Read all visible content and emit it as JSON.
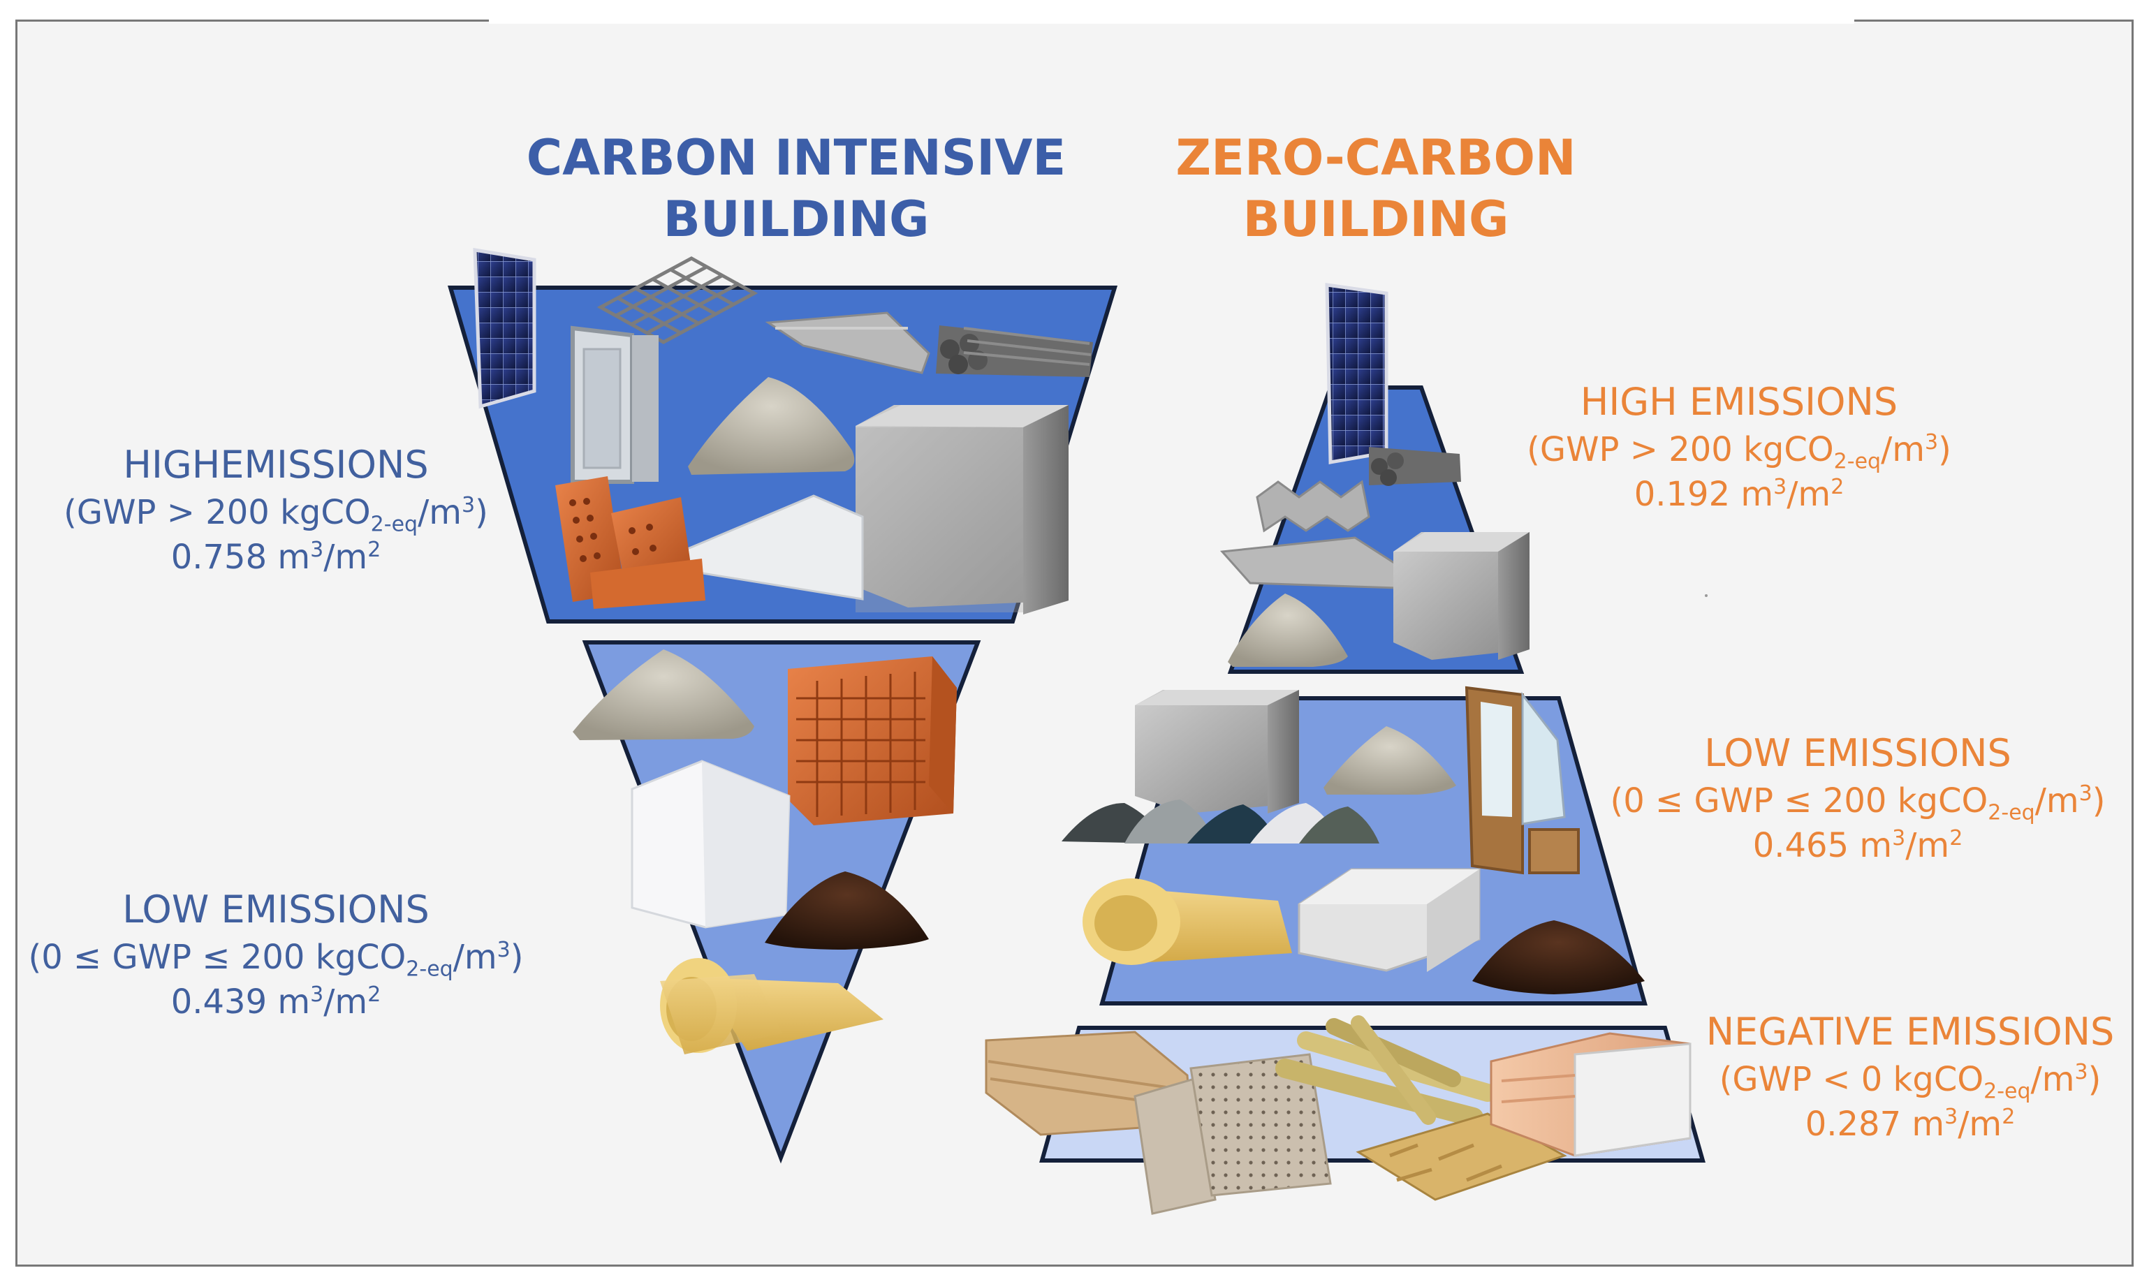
{
  "headings": {
    "carbon_intensive": [
      "CARBON INTENSIVE",
      "BUILDING"
    ],
    "zero_carbon": [
      "ZERO-CARBON",
      "BUILDING"
    ]
  },
  "left": {
    "high": {
      "title": "HIGHEMISSIONS",
      "formula": "(GWP > 200 kgCO",
      "formula_sub": "2-eq",
      "formula_unit": "/m",
      "formula_sup": "3",
      "formula_end": ")",
      "value": "0.758 m",
      "value_sup": "3",
      "value_mid": "/m",
      "value_sup2": "2"
    },
    "low": {
      "title": "LOW EMISSIONS",
      "formula": "(0 ≤ GWP ≤ 200 kgCO",
      "formula_sub": "2-eq",
      "formula_unit": "/m",
      "formula_sup": "3",
      "formula_end": ")",
      "value": "0.439 m",
      "value_sup": "3",
      "value_mid": "/m",
      "value_sup2": "2"
    }
  },
  "right": {
    "high": {
      "title": "HIGH EMISSIONS",
      "formula": "(GWP > 200 kgCO",
      "formula_sub": "2-eq",
      "formula_unit": "/m",
      "formula_sup": "3",
      "formula_end": ")",
      "value": "0.192 m",
      "value_sup": "3",
      "value_mid": "/m",
      "value_sup2": "2"
    },
    "low": {
      "title": "LOW EMISSIONS",
      "formula": "(0 ≤ GWP ≤ 200 kgCO",
      "formula_sub": "2-eq",
      "formula_unit": "/m",
      "formula_sup": "3",
      "formula_end": ")",
      "value": "0.465 m",
      "value_sup": "3",
      "value_mid": "/m",
      "value_sup2": "2"
    },
    "negative": {
      "title": "NEGATIVE EMISSIONS",
      "formula": "(GWP < 0 kgCO",
      "formula_sub": "2-eq",
      "formula_unit": "/m",
      "formula_sup": "3",
      "formula_end": ")",
      "value": "0.287 m",
      "value_sup": "3",
      "value_mid": "/m",
      "value_sup2": "2"
    }
  },
  "colors": {
    "carbon_intensive_text": "#3c5ea8",
    "zero_carbon_text": "#ea8438",
    "high_band": "#4573cc",
    "low_band": "#7c9ce0",
    "negative_band": "#c9d7f5",
    "outline": "#14203a"
  },
  "icons": [
    "solar-panel-icon",
    "rebar-mesh-icon",
    "window-frame-icon",
    "steel-sheet-icon",
    "steel-bars-icon",
    "cement-pile-icon",
    "concrete-block-icon",
    "clay-brick-icon",
    "white-panel-icon",
    "hollow-brick-icon",
    "eps-board-icon",
    "soil-pile-icon",
    "mineral-wool-roll-icon",
    "corrugated-sheet-icon",
    "aggregate-piles-icon",
    "wood-window-icon",
    "aac-block-icon",
    "wood-fibre-board-icon",
    "perforated-panel-icon",
    "bamboo-icon",
    "osb-board-icon",
    "glulam-beam-icon"
  ]
}
